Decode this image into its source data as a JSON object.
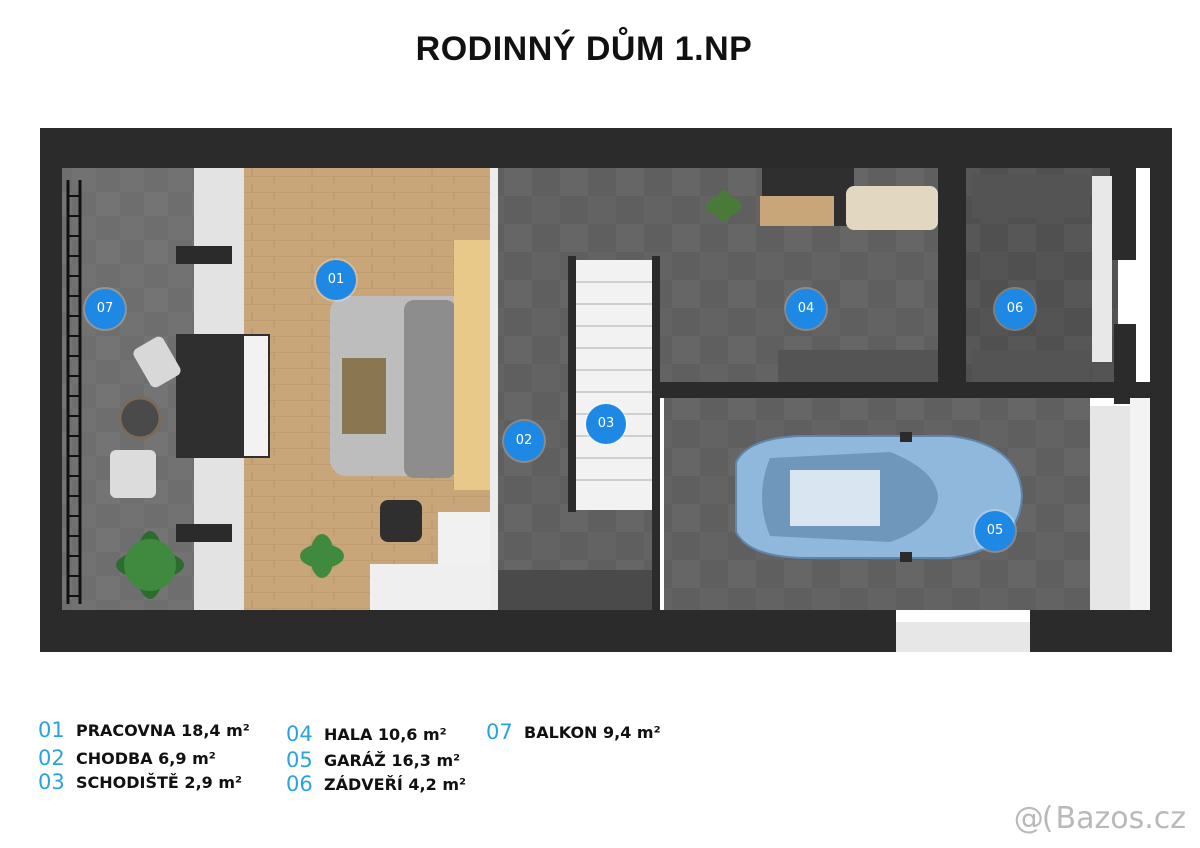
{
  "title": "RODINNÝ DŮM 1.NP",
  "rooms": [
    {
      "num": "01",
      "name": "PRACOVNA",
      "area": "18,4 m²"
    },
    {
      "num": "02",
      "name": "CHODBA",
      "area": "6,9 m²"
    },
    {
      "num": "03",
      "name": "SCHODIŠTĚ",
      "area": "2,9 m²"
    },
    {
      "num": "04",
      "name": "HALA",
      "area": "10,6 m²"
    },
    {
      "num": "05",
      "name": "GARÁŽ",
      "area": "16,3 m²"
    },
    {
      "num": "06",
      "name": "ZÁDVEŘÍ",
      "area": "4,2 m²"
    },
    {
      "num": "07",
      "name": "BALKON",
      "area": "9,4 m²"
    }
  ],
  "legend_lines": [
    "PRACOVNA 18,4 m²",
    "CHODBA 6,9 m²",
    "SCHODIŠTĚ 2,9 m²",
    "HALA 10,6 m²",
    "GARÁŽ 16,3 m²",
    "ZÁDVEŘÍ 4,2 m²",
    "BALKON 9,4 m²"
  ],
  "watermark": {
    "mark": "@(",
    "text": "Bazos.cz"
  },
  "colors": {
    "wall": "#2b2b2b",
    "tile_floor": "#5c5c5c",
    "wood_floor": "#c9a67a",
    "marker": "#1e88e5",
    "legend_number": "#29a3e0",
    "car": "#8fb8dc"
  }
}
